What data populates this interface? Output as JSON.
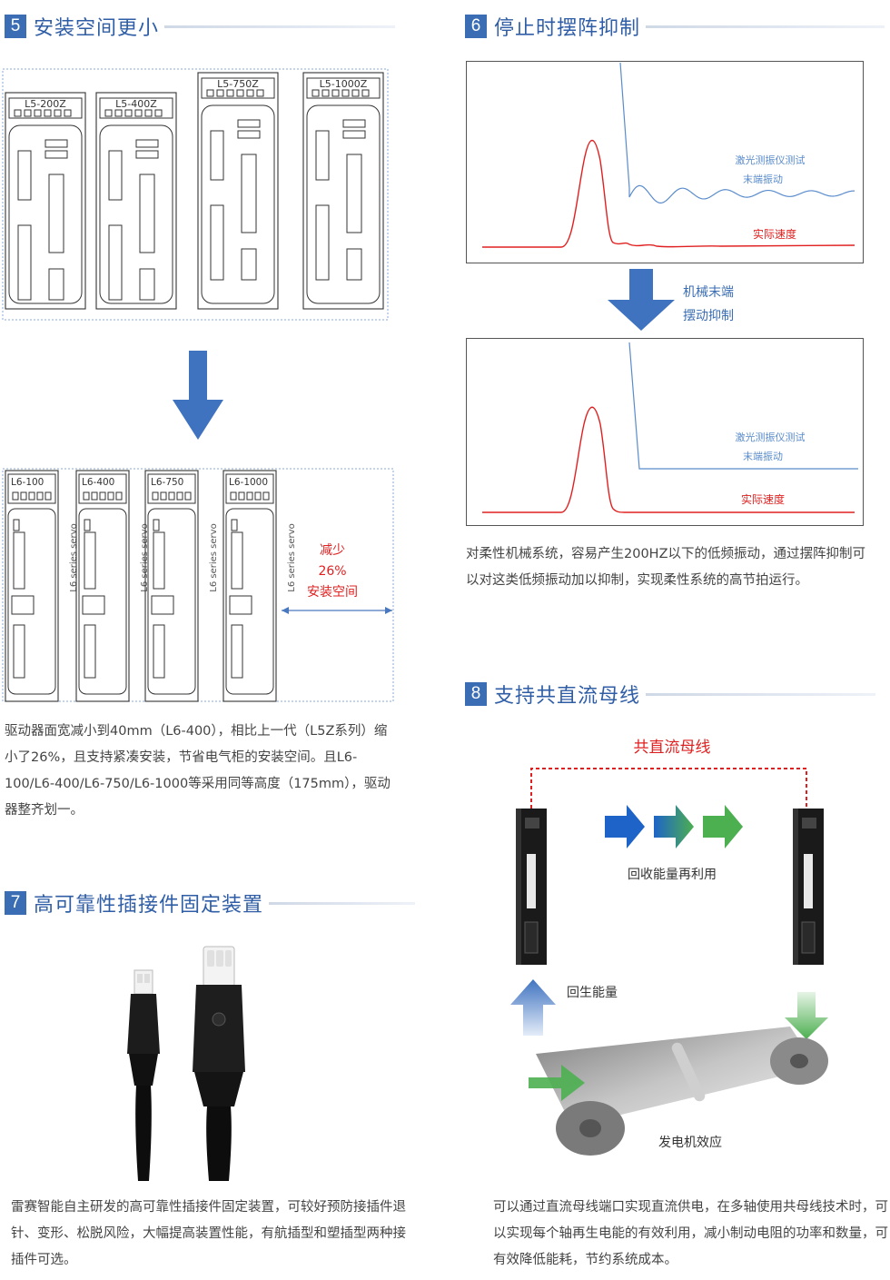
{
  "sections": {
    "s5": {
      "num": "5",
      "title": "安装空间更小"
    },
    "s6": {
      "num": "6",
      "title": "停止时摆阵抑制"
    },
    "s7": {
      "num": "7",
      "title": "高可靠性插接件固定装置"
    },
    "s8": {
      "num": "8",
      "title": "支持共直流母线"
    }
  },
  "old_drives": [
    "L5-200Z",
    "L5-400Z",
    "L5-750Z",
    "L5-1000Z"
  ],
  "new_drives": [
    "L6-100",
    "L6-400",
    "L6-750",
    "L6-1000"
  ],
  "series_text": "L6 series servo",
  "reduction": {
    "line1": "减少",
    "line2": "26%",
    "line3": "安装空间"
  },
  "s5_paragraph": "驱动器面宽减小到40mm（L6-400），相比上一代（L5Z系列）缩小了26%，且支持紧凑安装，节省电气柜的安装空间。且L6-100/L6-400/L6-750/L6-1000等采用同等高度（175mm），驱动器整齐划一。",
  "chart_top": {
    "label_vib_1": "激光测振仪测试",
    "label_vib_2": "末端振动",
    "label_speed": "实际速度"
  },
  "chart_bottom": {
    "label_vib_1": "激光测振仪测试",
    "label_vib_2": "末端振动",
    "label_speed": "实际速度"
  },
  "arrow_label": {
    "line1": "机械末端",
    "line2": "摆动抑制"
  },
  "s6_paragraph": "对柔性机械系统，容易产生200HZ以下的低频振动，通过摆阵抑制可以对这类低频振动加以抑制，实现柔性系统的高节拍运行。",
  "s7_paragraph": "雷赛智能自主研发的高可靠性插接件固定装置，可较好预防接插件退针、变形、松脱风险，大幅提高装置性能，有航插型和塑插型两种接插件可选。",
  "dc_bus": {
    "bus_label": "共直流母线",
    "reuse_label": "回收能量再利用",
    "regen_label": "回生能量",
    "generator_label": "发电机效应"
  },
  "s8_paragraph": "可以通过直流母线端口实现直流供电，在多轴使用共母线技术时，可以实现每个轴再生电能的有效利用，减小制动电阻的功率和数量，可有效降低能耗，节约系统成本。",
  "colors": {
    "accent": "#3a6db3",
    "red": "#e02020",
    "signal_blue": "#5a8ccc",
    "green": "#4caf50"
  }
}
